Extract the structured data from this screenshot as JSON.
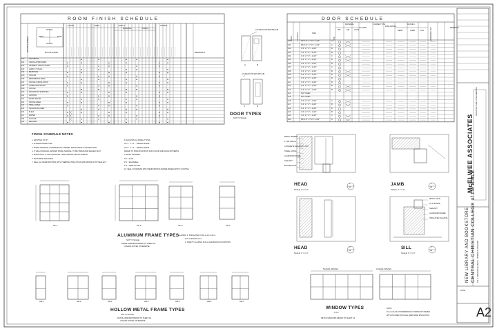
{
  "room_finish": {
    "title": "ROOM FINISH SCHEDULE",
    "compass": [
      "NORTH",
      "WEST",
      "EAST",
      "SOUTH"
    ],
    "row_header": "ROOM NUMBER",
    "name_header": "ROOM NAME",
    "groups": [
      "FLOOR",
      "BASE",
      "WALLS",
      "CEILING"
    ],
    "subgroups": [
      "MATERIAL",
      "FINISH"
    ],
    "remarks_header": "REMARKS",
    "rows": [
      {
        "num": "100",
        "name": "VESTIBULE"
      },
      {
        "num": "101",
        "name": "CIRCULATION DESK"
      },
      {
        "num": "102",
        "name": "GENERAL CIRCULATION"
      },
      {
        "num": "103",
        "name": "AUDIO / VISUAL"
      },
      {
        "num": "104",
        "name": "MEMORIAL"
      },
      {
        "num": "105",
        "name": "STACKS"
      },
      {
        "num": "106",
        "name": "REFERENCE AREA"
      },
      {
        "num": "107",
        "name": "OFFICE CIRCULATION"
      },
      {
        "num": "108",
        "name": "COMPUTER ROOM"
      },
      {
        "num": "109",
        "name": "OFFICE"
      },
      {
        "num": "110",
        "name": "TECHNICAL SERVICES"
      },
      {
        "num": "111",
        "name": "JANITOR"
      },
      {
        "num": "112",
        "name": "WORK ROOM"
      },
      {
        "num": "113",
        "name": "OFFICE AREA"
      },
      {
        "num": "114",
        "name": "SMALL AREA"
      },
      {
        "num": "115",
        "name": "TECHNICAL AREA"
      },
      {
        "num": "116",
        "name": "M.E.R."
      },
      {
        "num": "117",
        "name": "WATER"
      },
      {
        "num": "118",
        "name": "ALCOVE"
      },
      {
        "num": "119",
        "name": "RECORD"
      }
    ]
  },
  "finish_notes": {
    "title": "FINISH SCHEDULE NOTES",
    "left": [
      "1.  EXISTING TO FIT",
      "2.  ALTERNATE BID ITEM",
      "3.  FINISH MATERIAL FURNISHED BY OWNER, INSTALLED BY CONTRACTOR",
      "4.  6\" HIGH ORIGINAL MASTER FINISH SAMPLE, TO BE TAPED AND SEALED ONLY",
      "5.  ADDITIONAL 4\" HIGH ORIGINAL TRAD SAMPLE FINISH SAMPLE",
      "6.  TEXTURED AND PAINT",
      "7.  SEAL ALL PENETRATIONS WITH THERMAL INSULATION AND SMOKE STOP SEALANT"
    ],
    "right": [
      "8.  ACOUSTICAL PANEL TYPES:",
      "     AP-1 :  2' x 2' ... REVEAL EDGE",
      "     AP-2 :  2' x 4' ... REVEAL EDGE",
      "     REFER TO SPECIFICATIONS FOR COLOR AND FACE PATTERNS",
      "9.  PAINT FINISHES:",
      "     P-1 = FLAT",
      "     P-2 = EGGSHELL",
      "     P-3 = SEMI-GLOSS",
      "10. SEAL CONCRETE WITH PENETRATING WATER-BASED EPOXY COATING"
    ]
  },
  "door_types": {
    "title": "DOOR TYPES",
    "subtitle": "NOT TO SCALE",
    "labels": [
      "A",
      "B",
      "C",
      "D"
    ],
    "callouts": [
      "LOUVER FOR RETURN AIR",
      "LOUVER FOR RETURN AIR"
    ]
  },
  "door_schedule": {
    "title": "DOOR SCHEDULE",
    "headers": [
      "DOOR",
      "LOCATION",
      "SIZE",
      "TYPE",
      "MATERIAL",
      "GLAZING",
      "FRAME TYPE",
      "FIRE RATING",
      "DETAILS",
      "HARDWARE SET",
      "REMARKS"
    ],
    "details_sub": [
      "HEAD",
      "JAMB",
      "SILL"
    ],
    "material_sub": [
      "WD",
      "HM",
      "ALUM"
    ],
    "rows": [
      {
        "d": "100",
        "size": "PR 3'-0\" x 7'-0\" x 1-3/4\"",
        "t": "A"
      },
      {
        "d": "101",
        "size": "PR 3'-0\" x 7'-0\" x 1-3/4\"",
        "t": "A"
      },
      {
        "d": "102",
        "size": "3'-0\" x 7'-0\" x 1-3/4\"",
        "t": "B"
      },
      {
        "d": "103",
        "size": "3'-0\" x 7'-0\" x 1-3/4\"",
        "t": "B"
      },
      {
        "d": "104",
        "size": "3'-0\" x 7'-0\" x 1-3/4\"",
        "t": "C"
      },
      {
        "d": "105",
        "size": "3'-0\" x 7'-0\" x 1-3/4\"",
        "t": "B"
      },
      {
        "d": "106",
        "size": "3'-0\" x 7'-0\" x 1-3/4\"",
        "t": "B"
      },
      {
        "d": "107",
        "size": "3'-0\" x 7'-0\" x 1-3/4\"",
        "t": "C"
      },
      {
        "d": "108",
        "size": "3'-0\" x 7'-0\" x 1-3/4\"",
        "t": "B"
      },
      {
        "d": "109",
        "size": "3'-0\" x 7'-0\" x 1-3/4\"",
        "t": "B"
      },
      {
        "d": "110",
        "size": "3'-0\" x 7'-0\" x 1-3/4\"",
        "t": "D"
      },
      {
        "d": "111",
        "size": "3'-0\" x 7'-0\" x 1-3/4\"",
        "t": "B"
      },
      {
        "d": "112",
        "size": "3'-0\" x 7'-0\" x 1-3/4\"",
        "t": "B"
      },
      {
        "d": "113",
        "size": "3'-0\" x 7'-0\" x 1-3/4\"",
        "t": "B"
      },
      {
        "d": "114",
        "size": "NOT USED",
        "t": ""
      },
      {
        "d": "115",
        "size": "NOT USED",
        "t": ""
      },
      {
        "d": "116",
        "size": "3'-0\" x 7'-0\" x 1-3/4\"",
        "t": "A"
      },
      {
        "d": "117",
        "size": "3'-0\" x 7'-0\" x 1-3/4\"",
        "t": "B"
      },
      {
        "d": "118",
        "size": "3'-0\" x 7'-0\" x 1-3/4\"",
        "t": "B"
      },
      {
        "d": "119",
        "size": "3'-0\" x 7'-0\" x 1-3/4\"",
        "t": "B"
      },
      {
        "d": "120",
        "size": "3'-0\" x 7'-0\" x 1-3/4\"",
        "t": "C"
      },
      {
        "d": "200",
        "size": "PR 3'-0\" x 7'-0\" x 1-3/4\"",
        "t": "A"
      }
    ]
  },
  "details": {
    "head1": {
      "title": "HEAD",
      "scale": "SCALE: 3\" = 1'-0\"",
      "num": "1",
      "sheet": "A2"
    },
    "jamb": {
      "title": "JAMB",
      "scale": "SCALE: 3\" = 1'-0\"",
      "num": "2",
      "sheet": "A2"
    },
    "head2": {
      "title": "HEAD",
      "scale": "SCALE: 3\" = 1'-0\"",
      "num": "3",
      "sheet": "A2"
    },
    "sill": {
      "title": "SILL",
      "scale": "SCALE: 3\" = 1'-0\"",
      "num": "4",
      "sheet": "A2"
    },
    "callouts_left": [
      "BRICK VENEER",
      "1\" AIR SPACE",
      "CONCRETE MASONRY UNIT",
      "STEEL LINTEL",
      "ALUMINUM FRAME",
      "SEALANT",
      "BACKER ROD"
    ],
    "callouts_right": [
      "METAL STUD",
      "GYP. BOARD",
      "SEALANT",
      "ALUMINUM FRAME",
      "INSULATED GLAZING"
    ]
  },
  "aluminum_frames": {
    "title": "ALUMINUM FRAME TYPES",
    "subtitle": "NOT TO SCALE",
    "note1": "DETAIL MARKERS REFER TO SHEET A4",
    "note2": "UNLESS NOTED OTHERWISE",
    "glazing_note": [
      "GLAZING: 1\" INSULATED AT AF-1, AF-2, AF-3,",
      "1/4\" CLEAR AT AF-4",
      "1. SAFETY GLAZING IN ALL HAZARDOUS LOCATIONS"
    ],
    "labels": [
      "AF-1",
      "AF-2",
      "AF-3",
      "AF-4"
    ]
  },
  "hm_frames": {
    "title": "HOLLOW METAL FRAME TYPES",
    "subtitle": "NOT TO SCALE",
    "note1": "DETAIL MARKERS REFER TO SHEET A4",
    "note2": "UNLESS NOTED OTHERWISE",
    "labels": [
      "HM-1",
      "HM-2",
      "HM-3",
      "HM-4",
      "HM-5",
      "HM-6",
      "HM-7"
    ]
  },
  "window_types": {
    "title": "WINDOW TYPES",
    "subtitle": "N.T.S.",
    "note": "DETAIL MARKERS REFER TO SHEET A2",
    "caulk_title": "NOTE:",
    "caulk": [
      "FULL CAULK AT PERIMETER OF WINDOW FRAMES",
      "WITH POURED IN PLACE URETHANE INSULATION"
    ],
    "dims": [
      "5 EQUAL SPACES",
      "4 EQUAL SPACES"
    ]
  },
  "title_block": {
    "firm": "McELWEE ASSOCIATES",
    "firm_sub": "ARCHITECTURE & ENGINEERING",
    "project_line1": "NEW LIBRARY AND BOOKSTORE",
    "project_line2": "CENTRAL CHRISTIAN COLLEGE of the BIBLE",
    "project_line3": "911 E. URBANDALE DRIVE · MOBERLY, MISSOURI",
    "sheet": "A2",
    "date_label": "DATE"
  }
}
